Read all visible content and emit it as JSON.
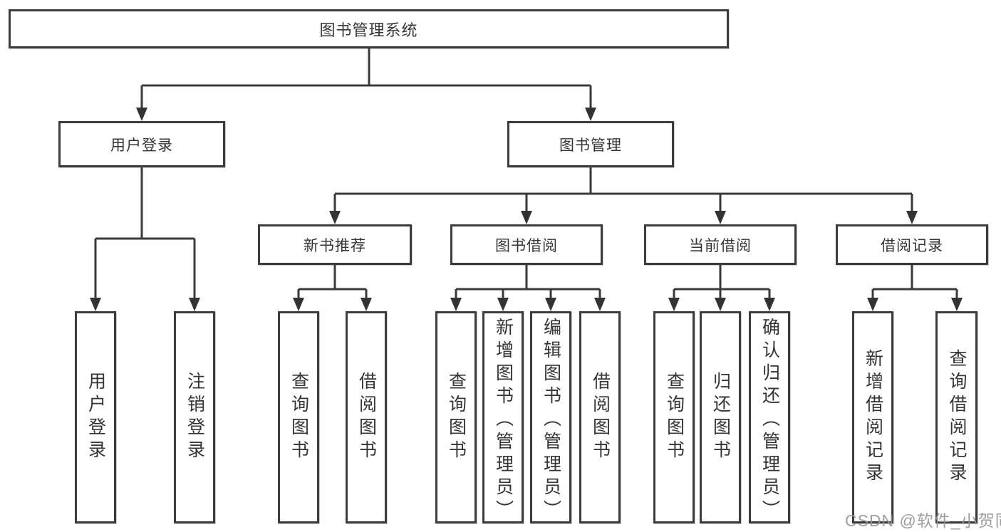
{
  "diagram": {
    "root": {
      "label": "图书管理系统"
    },
    "branches": [
      {
        "label": "用户登录",
        "children": [
          {
            "label": "用户登录"
          },
          {
            "label": "注销登录"
          }
        ]
      },
      {
        "label": "图书管理",
        "children": [
          {
            "label": "新书推荐",
            "children": [
              {
                "label": "查询图书"
              },
              {
                "label": "借阅图书"
              }
            ]
          },
          {
            "label": "图书借阅",
            "children": [
              {
                "label": "查询图书"
              },
              {
                "label": "新增图书（管理员）"
              },
              {
                "label": "编辑图书（管理员）"
              },
              {
                "label": "借阅图书"
              }
            ]
          },
          {
            "label": "当前借阅",
            "children": [
              {
                "label": "查询图书"
              },
              {
                "label": "归还图书"
              },
              {
                "label": "确认归还（管理员）"
              }
            ]
          },
          {
            "label": "借阅记录",
            "children": [
              {
                "label": "新增借阅记录"
              },
              {
                "label": "查询借阅记录"
              }
            ]
          }
        ]
      }
    ]
  },
  "watermark": {
    "text": "CSDN @软件_小贺同学"
  },
  "colors": {
    "line": "#3a3a3a",
    "border": "#3c3c3c",
    "text": "#343434",
    "watermark": "#949494"
  }
}
